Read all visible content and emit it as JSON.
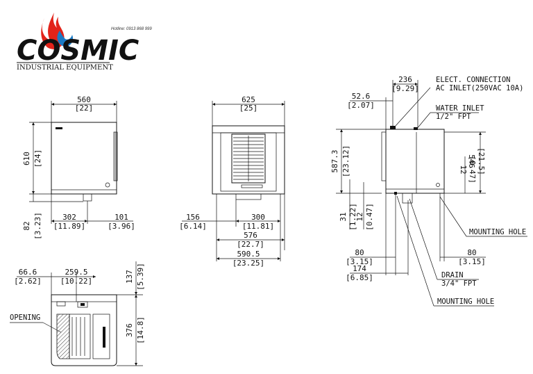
{
  "logo": {
    "brand": "COSMIC",
    "hotline": "Hotline: 0913 868 999",
    "subtitle": "INDUSTRIAL EQUIPMENT",
    "colors": {
      "flame_red": "#e2231a",
      "flame_blue": "#1c7ac4",
      "text": "#111111"
    }
  },
  "front_view": {
    "width_mm": "560",
    "width_in": "[22]",
    "height_mm": "610",
    "height_in": "[24]",
    "base_mm": "82",
    "base_in": "[3.23]",
    "offset_mm": "302",
    "offset_in": "[11.89]",
    "side_mm": "101",
    "side_in": "[3.96]"
  },
  "rear_view": {
    "width_mm": "625",
    "width_in": "[25]",
    "left_mm": "156",
    "left_in": "[6.14]",
    "inner_mm": "300",
    "inner_in": "[11.81]",
    "mid_mm": "576",
    "mid_in": "[22.7]",
    "overall_mm": "590.5",
    "overall_in": "[23.25]"
  },
  "side_view": {
    "top_mm": "236",
    "top_in": "[9.29]",
    "conn_mm": "52.6",
    "conn_in": "[2.07]",
    "height_mm": "587.3",
    "height_in": "[23.12]",
    "right_mm": "546",
    "right_in": "[21.5]",
    "inlet_mm": "12",
    "inlet_in": "[0.47]",
    "foot_mm": "31",
    "foot_in": "[1.22]",
    "foot2_mm": "12",
    "foot2_in": "[0.47]",
    "left80_mm": "80",
    "left80_in": "[3.15]",
    "right80_mm": "80",
    "right80_in": "[3.15]",
    "d174_mm": "174",
    "d174_in": "[6.85]",
    "elect_label_1": "ELECT. CONNECTION",
    "elect_label_2": "AC INLET(250VAC 10A)",
    "water_label_1": "WATER INLET",
    "water_label_2": "1/2\" FPT",
    "mounting_hole_1": "MOUNTING HOLE",
    "drain_label_1": "DRAIN",
    "drain_label_2": "3/4\" FPT",
    "mounting_hole_2": "MOUNTING HOLE"
  },
  "top_view": {
    "d66_mm": "66.6",
    "d66_in": "[2.62]",
    "d259_mm": "259.5",
    "d259_in": "[10.22]",
    "d137_mm": "137",
    "d137_in": "[5.39]",
    "d376_mm": "376",
    "d376_in": "[14.8]",
    "opening_label": "OPENING"
  }
}
